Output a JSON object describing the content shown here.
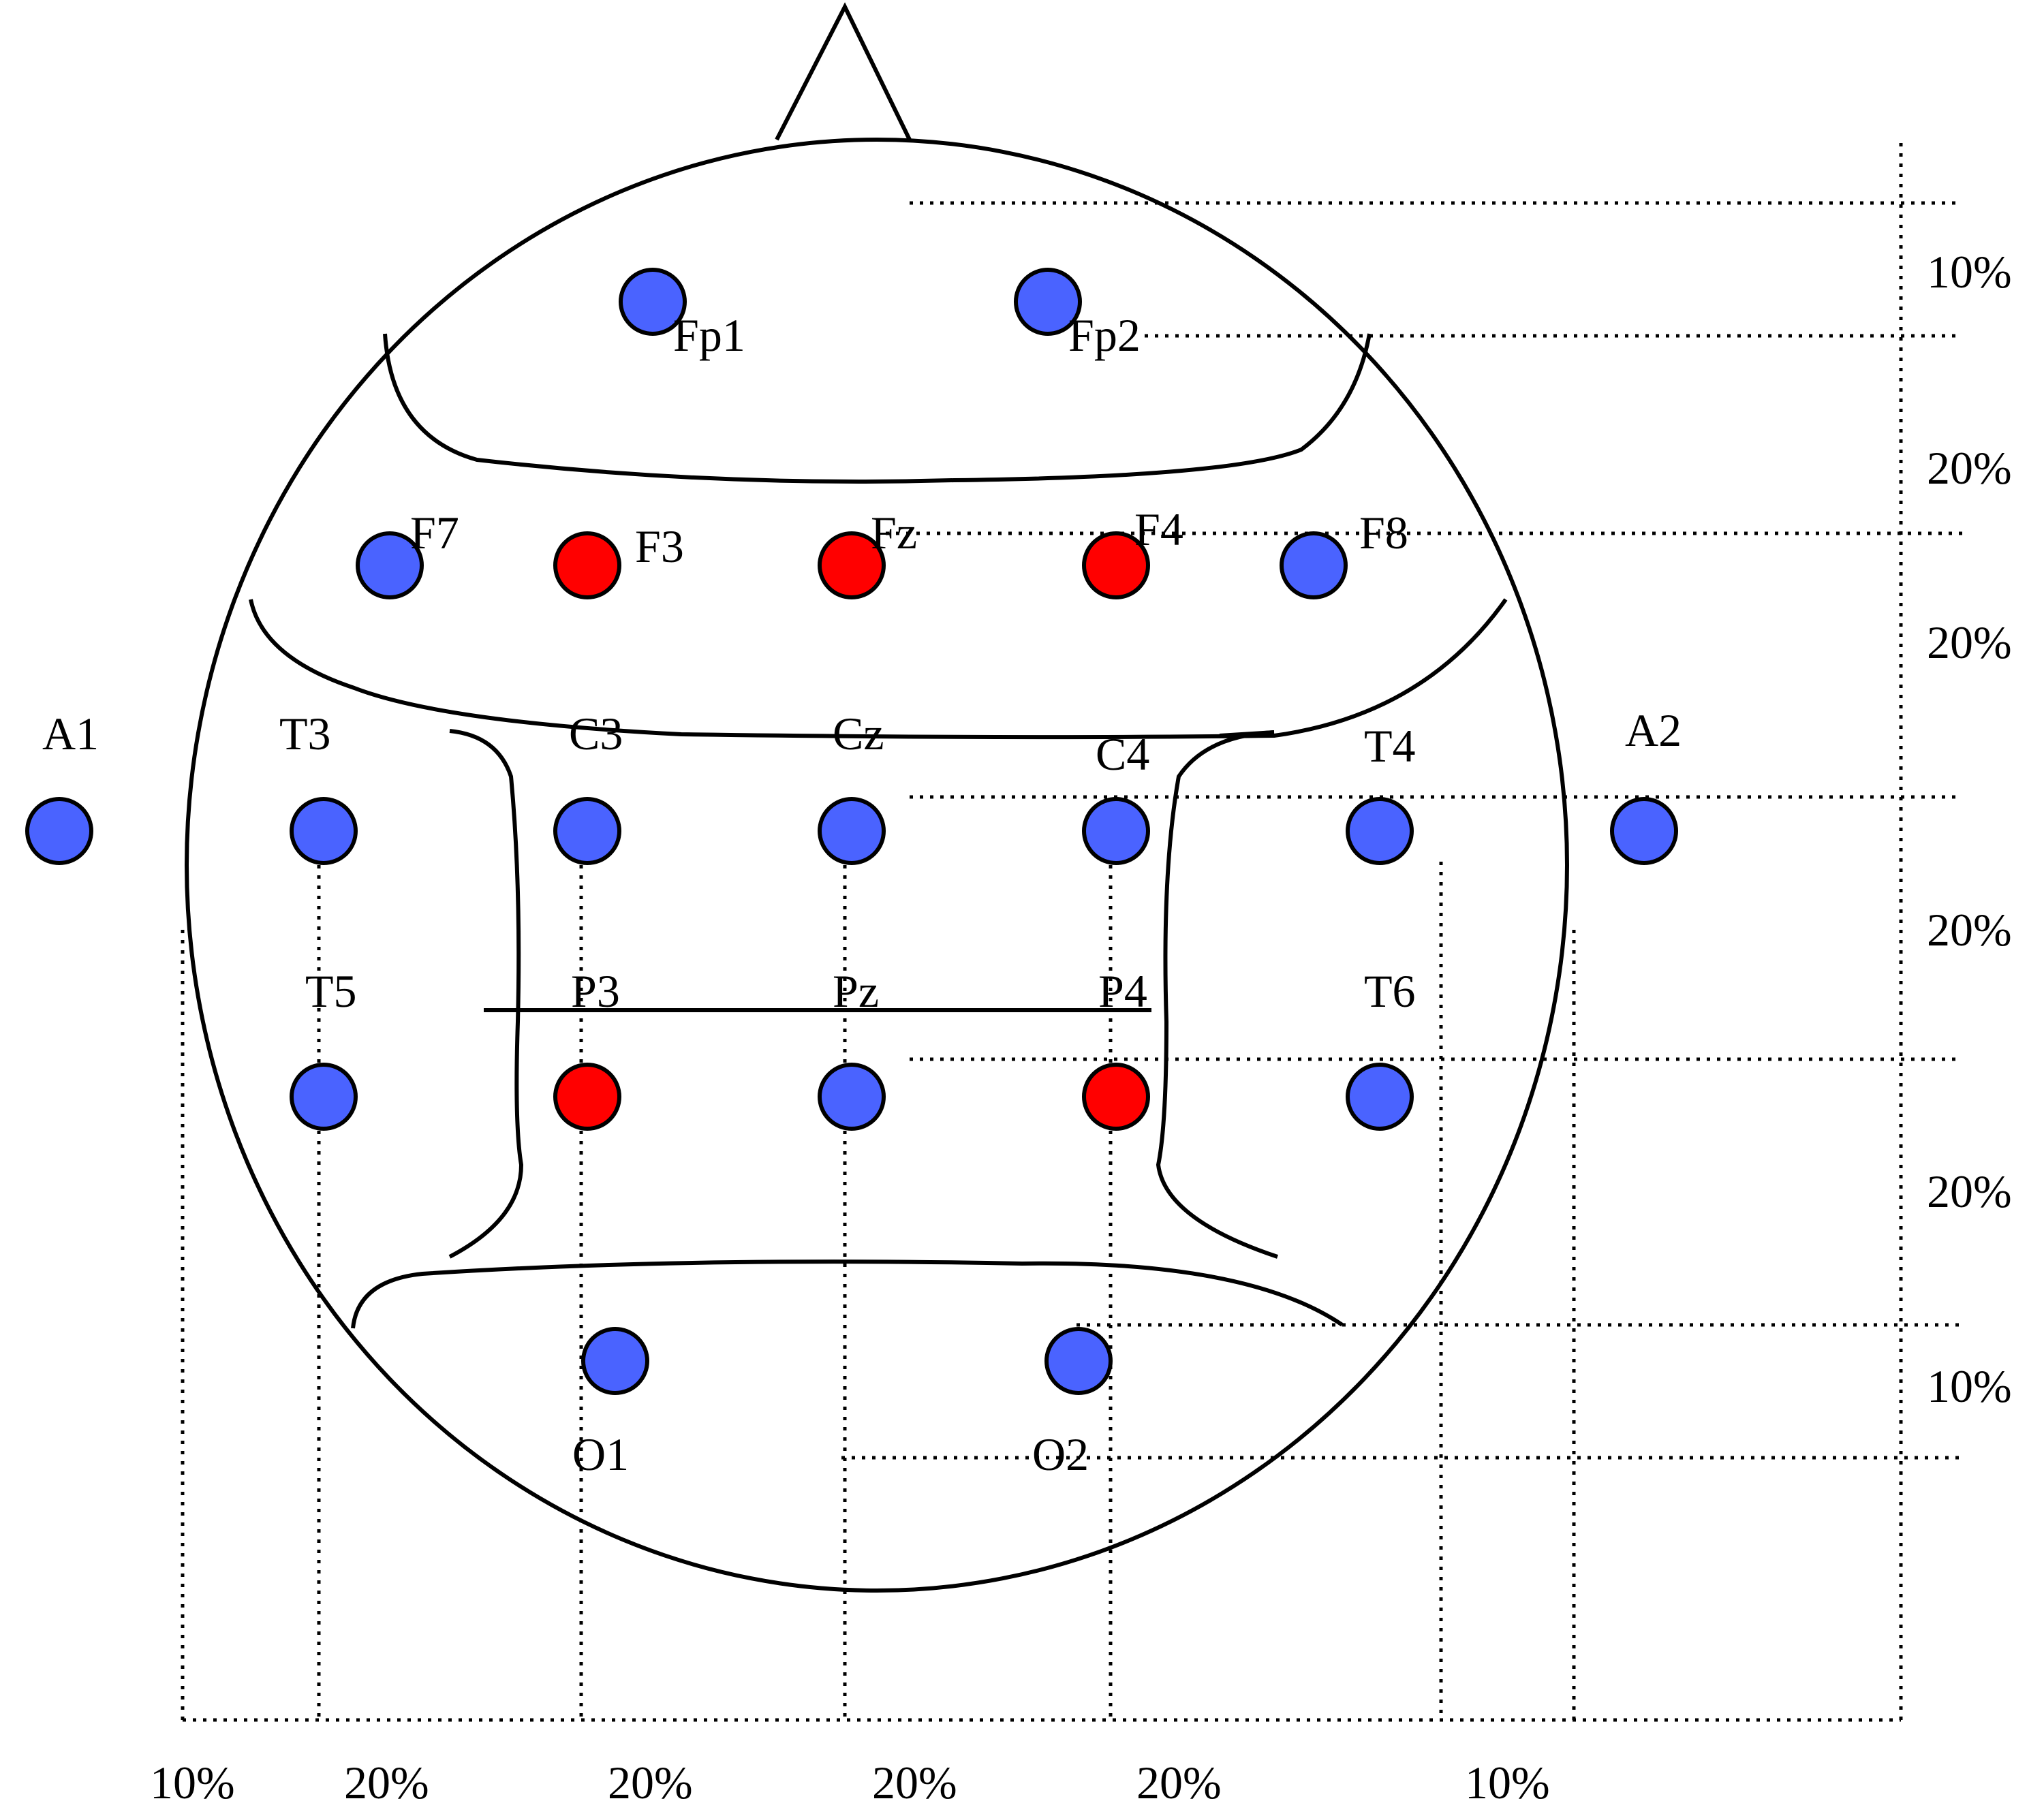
{
  "colors": {
    "blue_electrode": "#4a63ff",
    "red_electrode": "#ff0000",
    "line": "#000000"
  },
  "electrodes": [
    {
      "id": "Fp1",
      "label": "Fp1",
      "color": "blue"
    },
    {
      "id": "Fp2",
      "label": "Fp2",
      "color": "blue"
    },
    {
      "id": "F7",
      "label": "F7",
      "color": "blue"
    },
    {
      "id": "F3",
      "label": "F3",
      "color": "red"
    },
    {
      "id": "Fz",
      "label": "Fz",
      "color": "red"
    },
    {
      "id": "F4",
      "label": "F4",
      "color": "red"
    },
    {
      "id": "F8",
      "label": "F8",
      "color": "blue"
    },
    {
      "id": "A1",
      "label": "A1",
      "color": "blue"
    },
    {
      "id": "T3",
      "label": "T3",
      "color": "blue"
    },
    {
      "id": "C3",
      "label": "C3",
      "color": "blue"
    },
    {
      "id": "Cz",
      "label": "Cz",
      "color": "blue"
    },
    {
      "id": "C4",
      "label": "C4",
      "color": "blue"
    },
    {
      "id": "T4",
      "label": "T4",
      "color": "blue"
    },
    {
      "id": "A2",
      "label": "A2",
      "color": "blue"
    },
    {
      "id": "T5",
      "label": "T5",
      "color": "blue"
    },
    {
      "id": "P3",
      "label": "P3",
      "color": "red"
    },
    {
      "id": "Pz",
      "label": "Pz",
      "color": "blue"
    },
    {
      "id": "P4",
      "label": "P4",
      "color": "red"
    },
    {
      "id": "T6",
      "label": "T6",
      "color": "blue"
    },
    {
      "id": "O1",
      "label": "O1",
      "color": "blue"
    },
    {
      "id": "O2",
      "label": "O2",
      "color": "blue"
    }
  ],
  "spacing_vertical": [
    "10%",
    "20%",
    "20%",
    "20%",
    "20%",
    "10%"
  ],
  "spacing_horizontal": [
    "10%",
    "20%",
    "20%",
    "20%",
    "20%",
    "10%"
  ]
}
